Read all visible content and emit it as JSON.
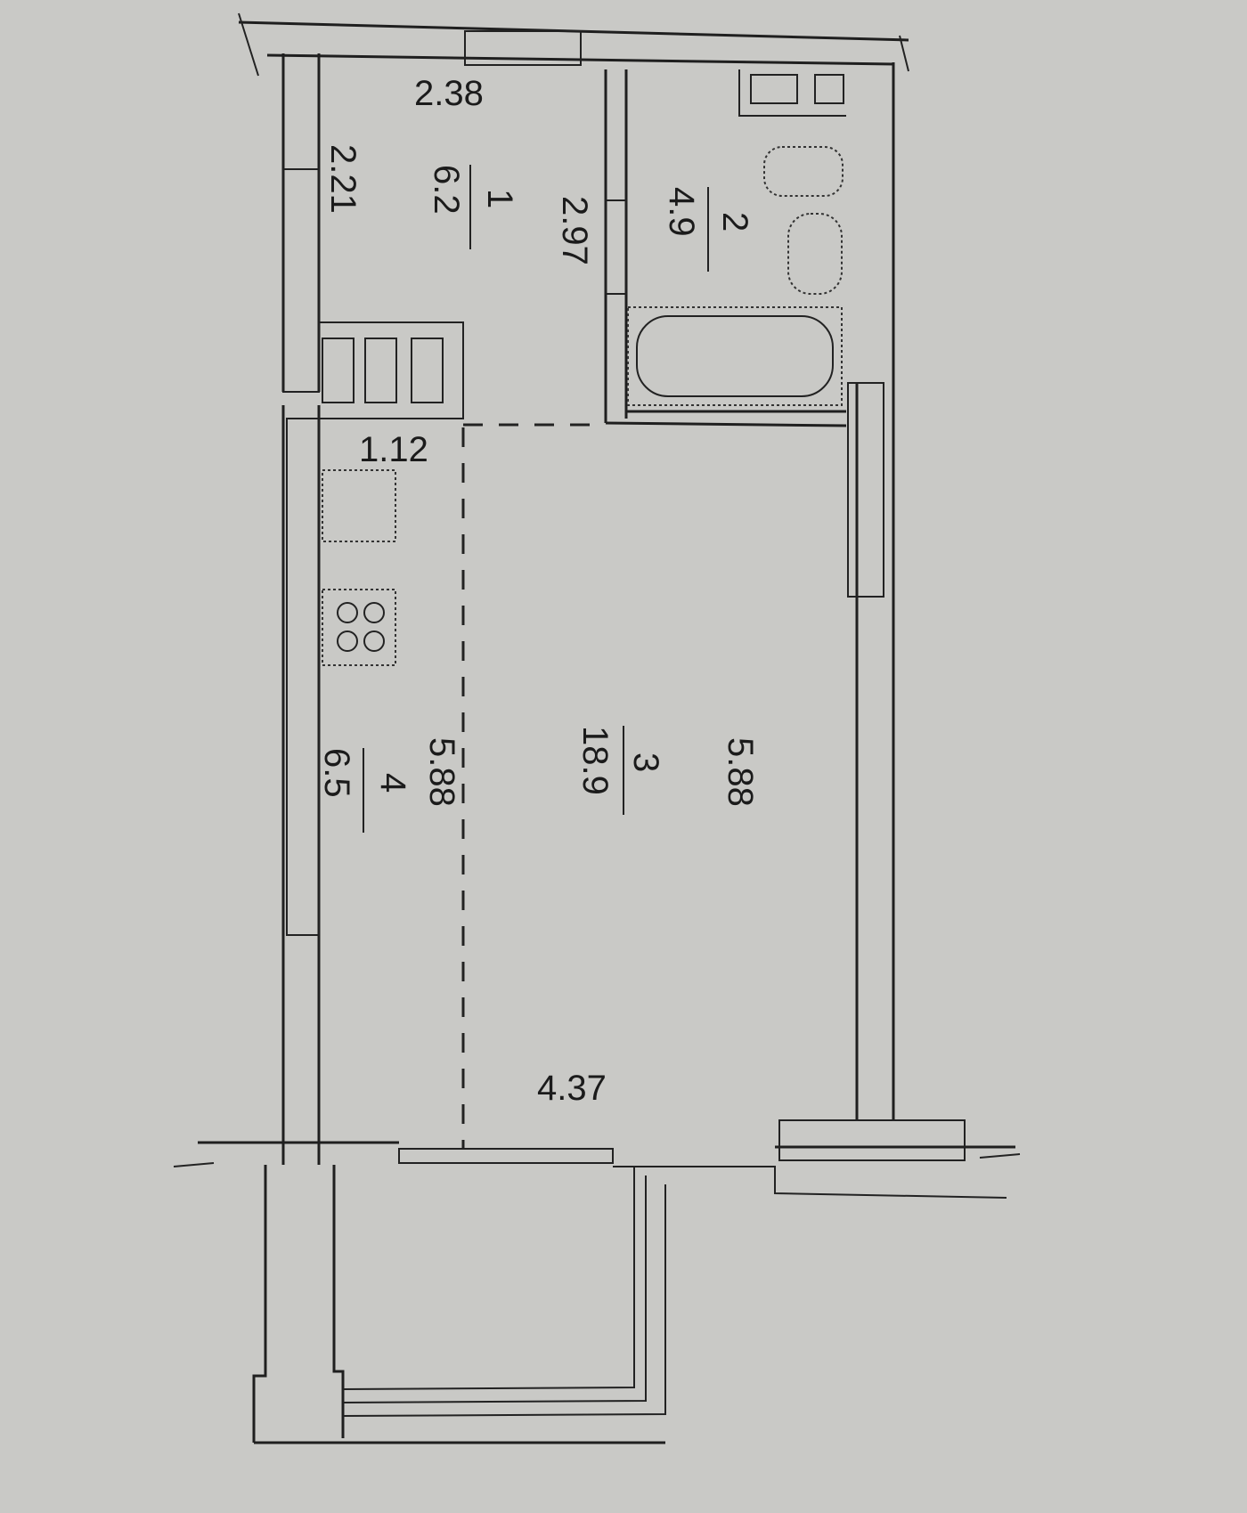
{
  "dimensions": {
    "d_238": "2.38",
    "d_221": "2.21",
    "d_297": "2.97",
    "d_112": "1.12",
    "d_588_left": "5.88",
    "d_588_right": "5.88",
    "d_437": "4.37"
  },
  "rooms": [
    {
      "number": "1",
      "area": "6.2"
    },
    {
      "number": "2",
      "area": "4.9"
    },
    {
      "number": "3",
      "area": "18.9"
    },
    {
      "number": "4",
      "area": "6.5"
    }
  ],
  "colors": {
    "paper": "#c9c9c6",
    "ink": "#1f1f1f"
  }
}
